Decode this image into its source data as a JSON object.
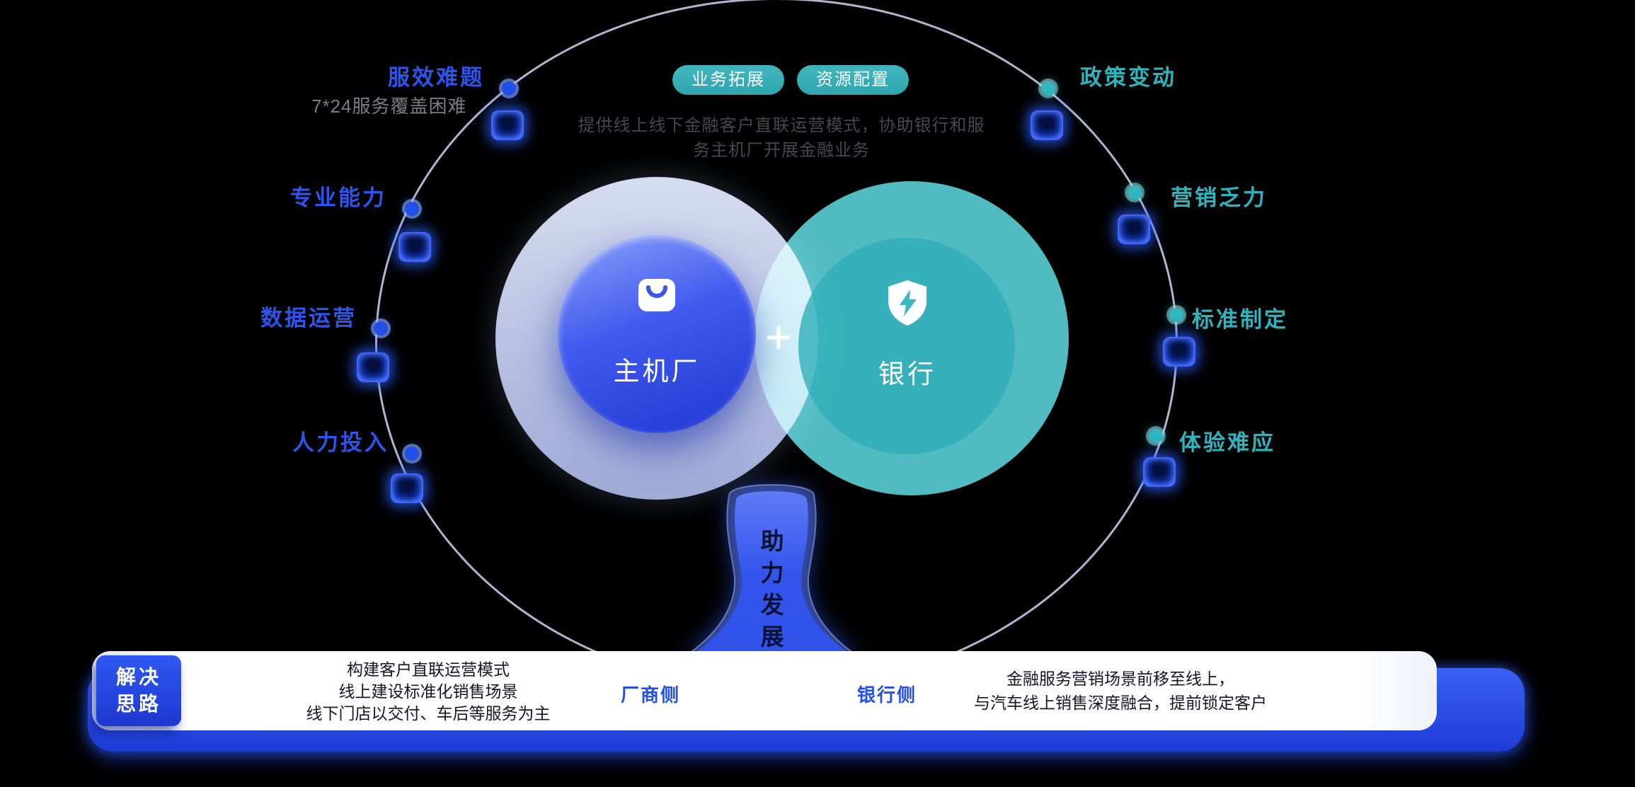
{
  "colors": {
    "accent-blue": "#2b55ee",
    "accent-teal": "#2fb4bd",
    "accent-blue-deep": "#2450ea",
    "muted-gray": "#7c7c86",
    "desc-gray": "#47474f",
    "text-dark": "#15152c",
    "circle-blue": "#4059ee",
    "circle-teal": "#58cbd3",
    "bar-blue": "#2a4ee8"
  },
  "icons": {
    "left_circle": "shopping-bag-icon",
    "right_circle": "shield-lightning-icon"
  },
  "top_badges": [
    {
      "label": "业务拓展"
    },
    {
      "label": "资源配置"
    }
  ],
  "description": {
    "line1": "提供线上线下金融客户直联运营模式，协助银行和服",
    "line2": "务主机厂开展金融业务"
  },
  "left_labels": [
    {
      "title": "服效难题",
      "subtitle": "7*24服务覆盖困难"
    },
    {
      "title": "专业能力"
    },
    {
      "title": "数据运营"
    },
    {
      "title": "人力投入"
    }
  ],
  "right_labels": [
    {
      "title": "政策变动"
    },
    {
      "title": "营销乏力"
    },
    {
      "title": "标准制定"
    },
    {
      "title": "体验难应"
    }
  ],
  "venn": {
    "left_label": "主机厂",
    "right_label": "银行",
    "plus": "+"
  },
  "trunk": {
    "chars": [
      "助",
      "力",
      "发",
      "展"
    ]
  },
  "solution_bar": {
    "badge": {
      "line1": "解决",
      "line2": "思路"
    },
    "left_lines": [
      "构建客户直联运营模式",
      "线上建设标准化销售场景",
      "线下门店以交付、车后等服务为主"
    ],
    "manufacturer_label": "厂商侧",
    "bank_label": "银行侧",
    "right_lines": [
      "金融服务营销场景前移至线上，",
      "与汽车线上销售深度融合，提前锁定客户"
    ]
  }
}
